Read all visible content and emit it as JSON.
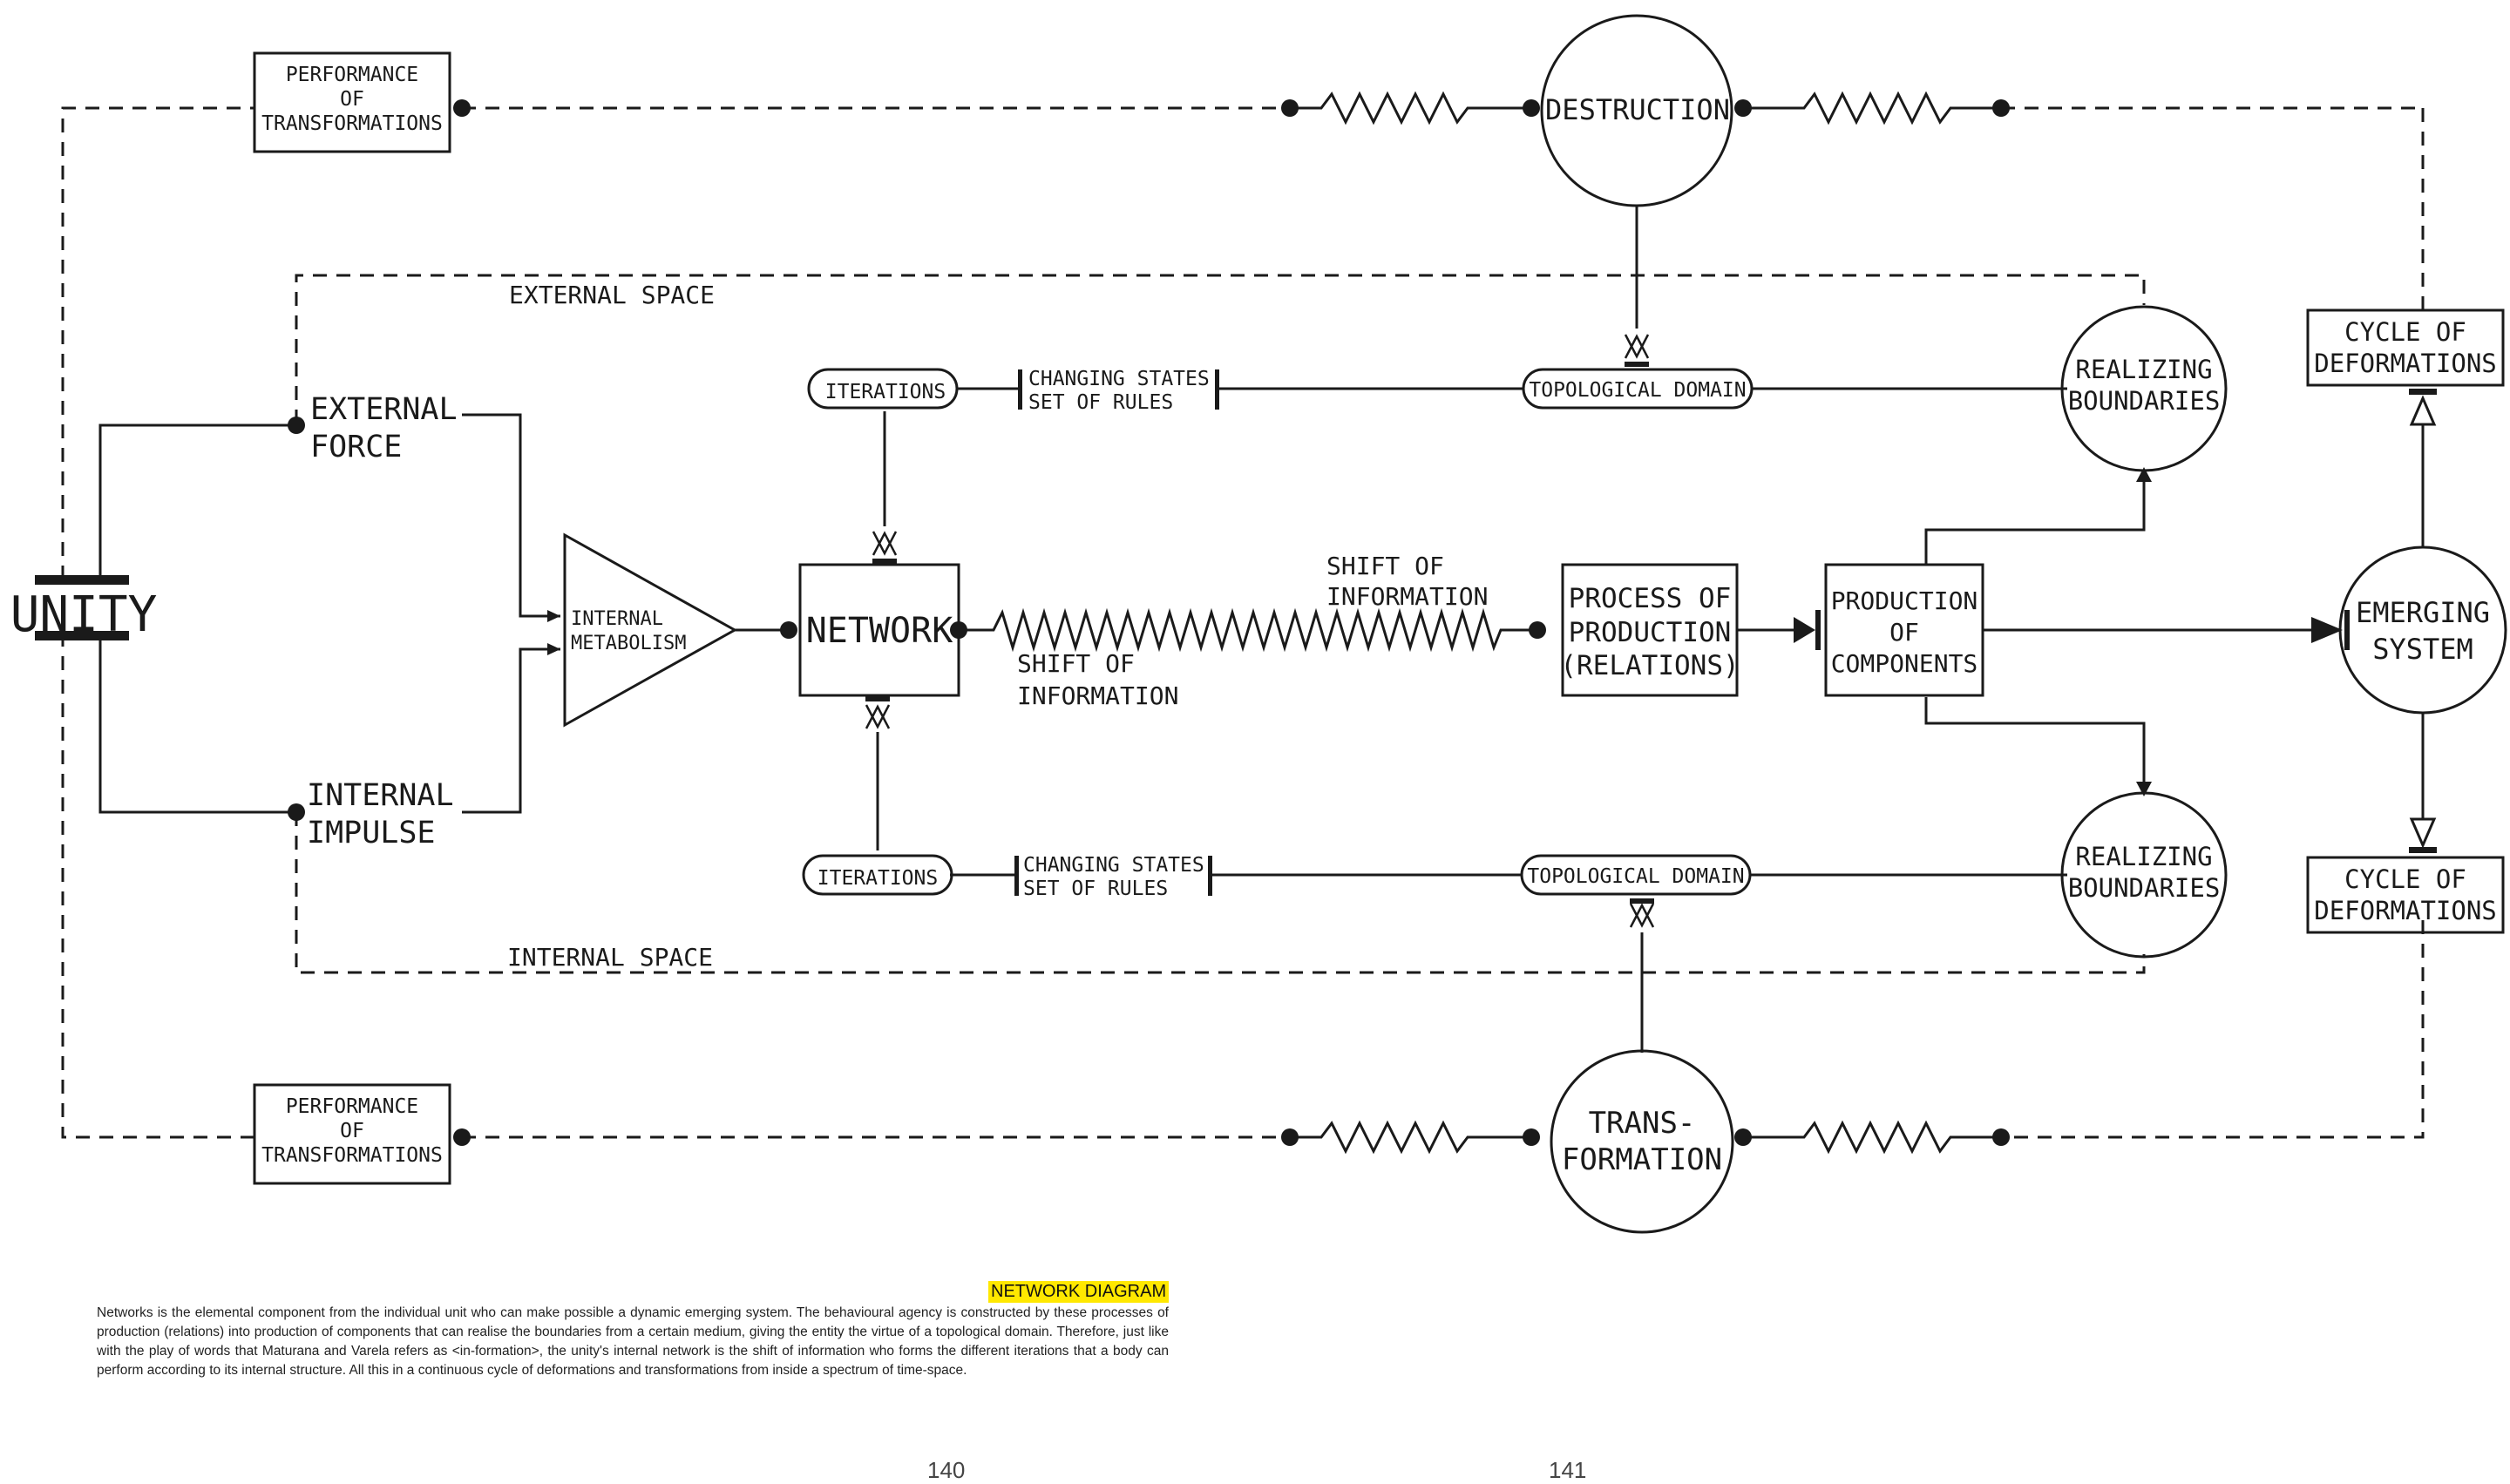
{
  "diagram": {
    "unity": "UNITY",
    "performance_top": [
      "PERFORMANCE",
      "OF",
      "TRANSFORMATIONS"
    ],
    "performance_bottom": [
      "PERFORMANCE",
      "OF",
      "TRANSFORMATIONS"
    ],
    "destruction": "DESTRUCTION",
    "transformation": [
      "TRANS-",
      "FORMATION"
    ],
    "external_space": "EXTERNAL SPACE",
    "internal_space": "INTERNAL SPACE",
    "external_force": [
      "EXTERNAL",
      "FORCE"
    ],
    "internal_impulse": [
      "INTERNAL",
      "IMPULSE"
    ],
    "internal_metabolism": [
      "INTERNAL",
      "METABOLISM"
    ],
    "network": "NETWORK",
    "iterations_top": "ITERATIONS",
    "iterations_bottom": "ITERATIONS",
    "changing_states_top": [
      "CHANGING STATES",
      "SET OF RULES"
    ],
    "changing_states_bottom": [
      "CHANGING STATES",
      "SET OF RULES"
    ],
    "topological_top": "TOPOLOGICAL DOMAIN",
    "topological_bottom": "TOPOLOGICAL DOMAIN",
    "realizing_top": [
      "REALIZING",
      "BOUNDARIES"
    ],
    "realizing_bottom": [
      "REALIZING",
      "BOUNDARIES"
    ],
    "shift_upper": [
      "SHIFT OF",
      "INFORMATION"
    ],
    "shift_lower": [
      "SHIFT OF",
      "INFORMATION"
    ],
    "process": [
      "PROCESS OF",
      "PRODUCTION",
      "(RELATIONS)"
    ],
    "production": [
      "PRODUCTION",
      "OF",
      "COMPONENTS"
    ],
    "emerging": [
      "EMERGING",
      "SYSTEM"
    ],
    "cycle_top": [
      "CYCLE OF",
      "DEFORMATIONS"
    ],
    "cycle_bottom": [
      "CYCLE OF",
      "DEFORMATIONS"
    ]
  },
  "caption": {
    "title": "NETWORK DIAGRAM",
    "text": "Networks is the elemental component from the individual unit who can make possible a dynamic emerging system. The behavioural agency is constructed by these processes of production (relations) into production of components that can realise the boundaries from a certain medium, giving the entity the virtue of a topological domain. Therefore, just like with the play of words that Maturana and Varela refers as <in-formation>, the unity's internal network is the shift of information who forms the different iterations that a body can perform according to its internal structure. All this in a continuous cycle of deformations and transformations from inside a spectrum of time-space."
  },
  "pages": {
    "left": "140",
    "right": "141"
  }
}
